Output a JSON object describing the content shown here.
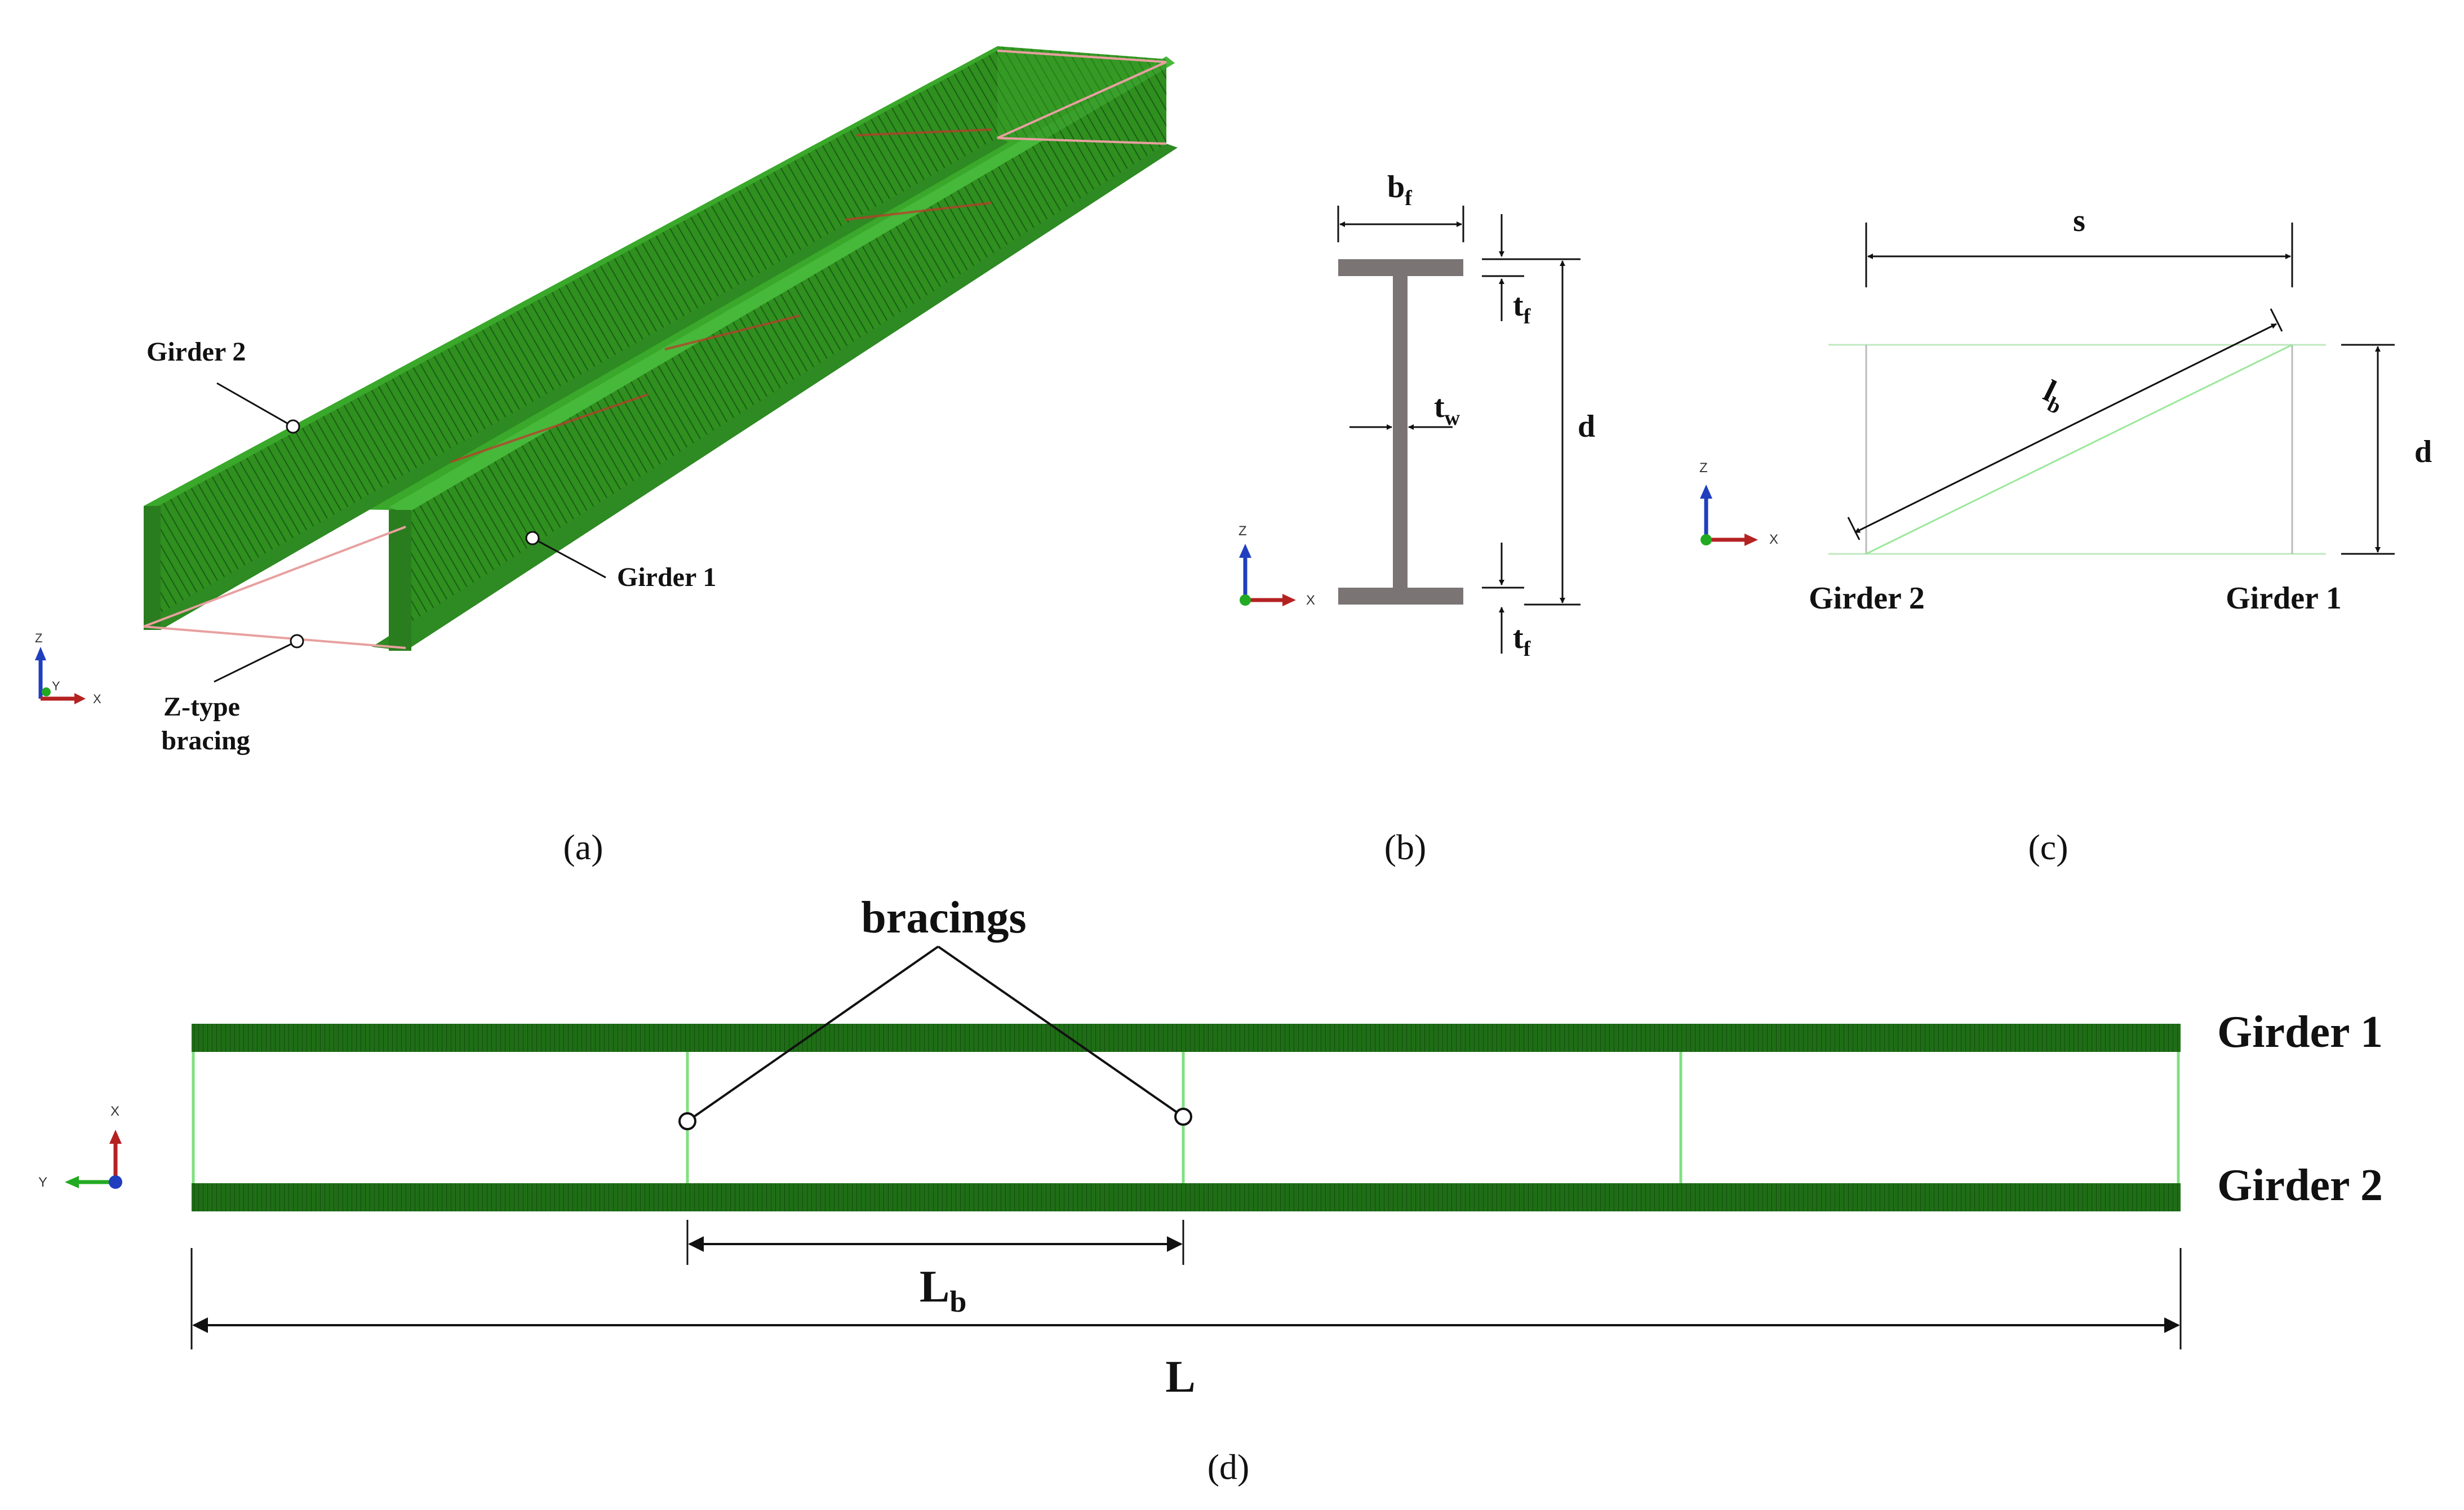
{
  "panel_a": {
    "caption": "(a)",
    "girder1_label": "Girder 1",
    "girder2_label": "Girder 2",
    "bracing_label_line1": "Z-type",
    "bracing_label_line2": "bracing",
    "axis": {
      "z": "Z",
      "y": "Y",
      "x": "X"
    }
  },
  "panel_b": {
    "caption": "(b)",
    "flange_width": {
      "main": "b",
      "sub": "f"
    },
    "flange_thickness_top": {
      "main": "t",
      "sub": "f"
    },
    "flange_thickness_bottom": {
      "main": "t",
      "sub": "f"
    },
    "web_thickness": {
      "main": "t",
      "sub": "w"
    },
    "depth": "d",
    "axis": {
      "z": "Z",
      "x": "X"
    }
  },
  "panel_c": {
    "caption": "(c)",
    "spacing": "s",
    "brace_length": {
      "main": "l",
      "sub": "b"
    },
    "depth": "d",
    "girder2_label": "Girder 2",
    "girder1_label": "Girder 1",
    "axis": {
      "z": "Z",
      "x": "X"
    }
  },
  "panel_d": {
    "caption": "(d)",
    "bracings_label": "bracings",
    "girder1_label": "Girder 1",
    "girder2_label": "Girder 2",
    "brace_spacing": {
      "main": "L",
      "sub": "b"
    },
    "span": "L",
    "axis": {
      "x": "X",
      "y": "Y"
    }
  },
  "colors": {
    "mesh_green": "#2f8f1f",
    "mesh_dark": "#0e4a0b",
    "bracing_pink": "#e8a0a0",
    "bracing_red": "#c0392b",
    "light_green": "#7fe07f",
    "section_gray": "#7a7474",
    "axis_blue": "#1f3fbf",
    "axis_red": "#b52222",
    "axis_green": "#22aa22"
  }
}
